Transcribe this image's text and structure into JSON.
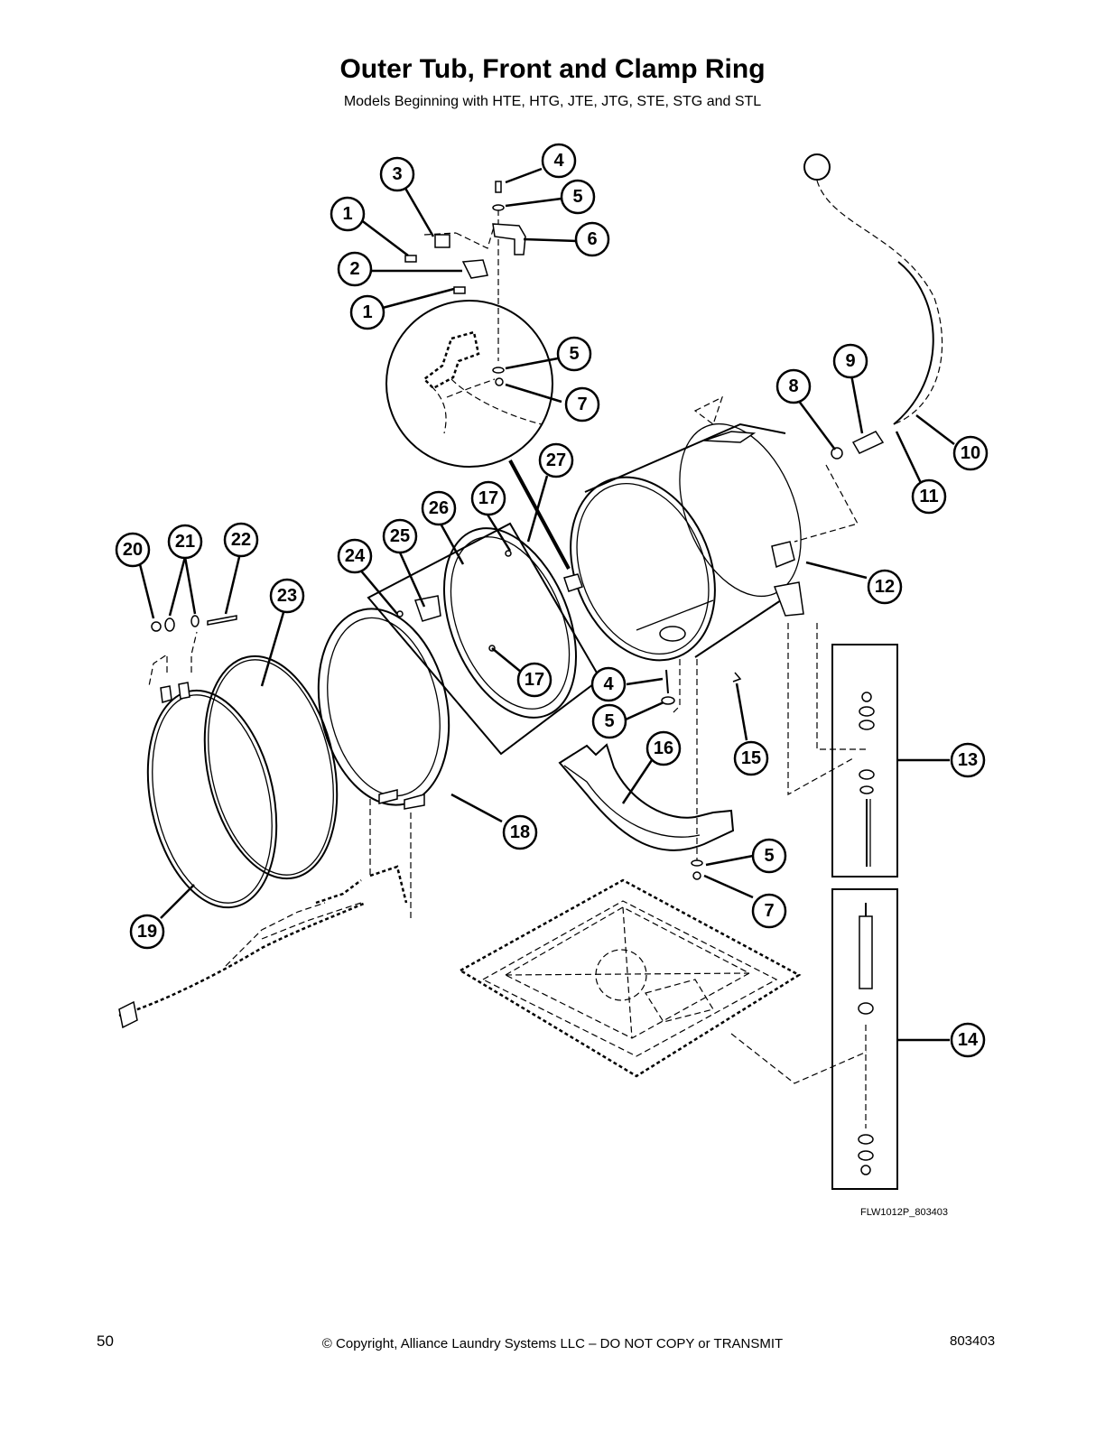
{
  "header": {
    "title": "Outer Tub, Front and Clamp Ring",
    "subtitle": "Models Beginning with HTE, HTG, JTE, JTG, STE, STG and STL"
  },
  "diagram": {
    "drawing_code": "FLW1012P_803403",
    "callouts": [
      "1",
      "2",
      "3",
      "1",
      "4",
      "5",
      "6",
      "5",
      "7",
      "8",
      "9",
      "10",
      "11",
      "27",
      "17",
      "26",
      "25",
      "24",
      "17",
      "20",
      "21",
      "22",
      "23",
      "12",
      "4",
      "5",
      "15",
      "16",
      "13",
      "18",
      "19",
      "5",
      "7",
      "14"
    ]
  },
  "footer": {
    "page_number": "50",
    "copyright": "© Copyright, Alliance Laundry Systems LLC – DO NOT COPY or TRANSMIT",
    "doc_number": "803403"
  }
}
